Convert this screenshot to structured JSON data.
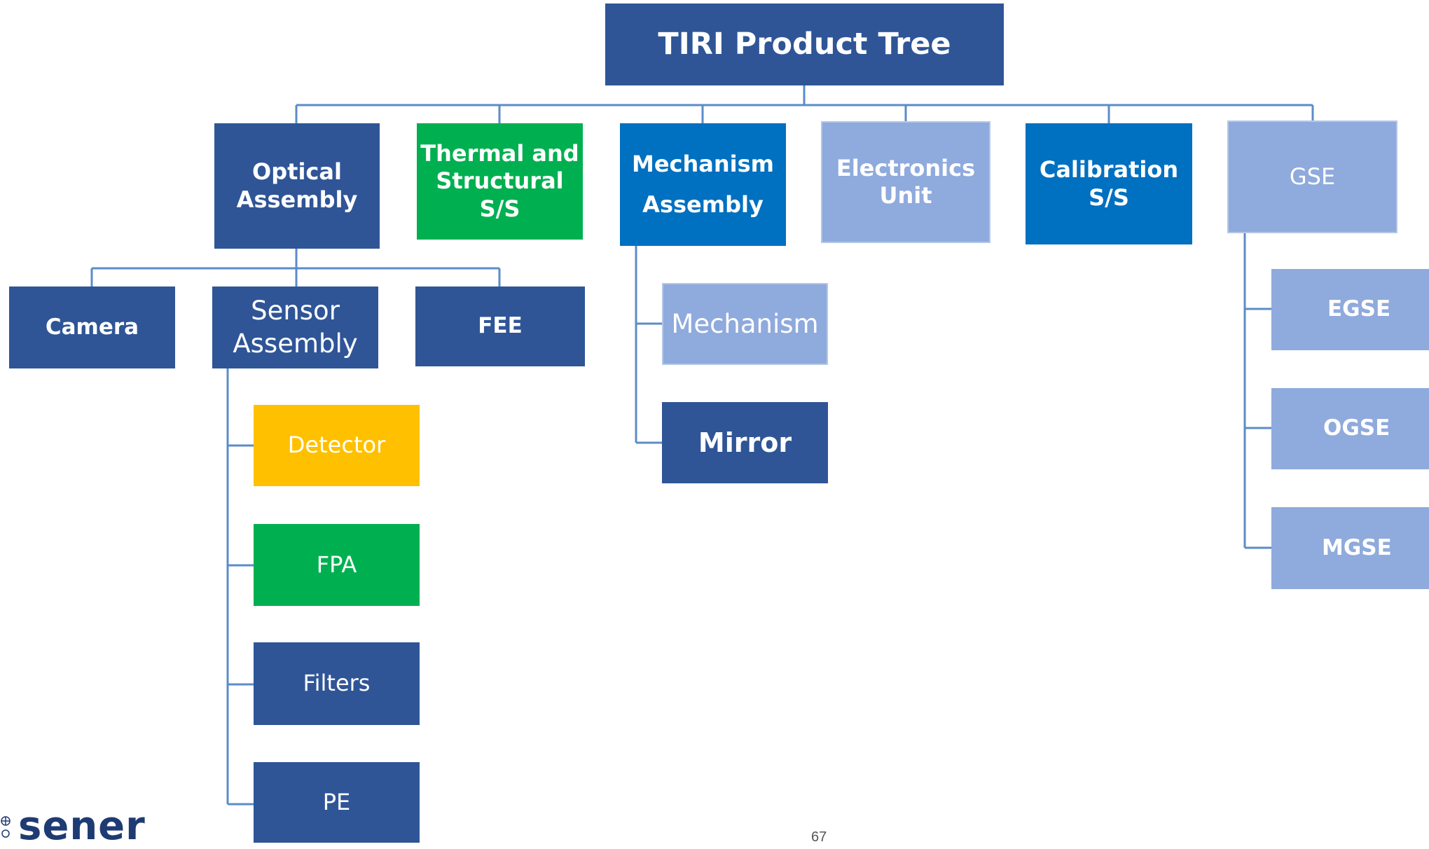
{
  "title": "TIRI Product Tree",
  "level1": {
    "optical": "Optical\nAssembly",
    "thermal": "Thermal and\nStructural  S/S",
    "mechanism": "Mechanism\nAssembly",
    "electronics": "Electronics\nUnit",
    "calibration": "Calibration S/S",
    "gse": "GSE"
  },
  "optical_children": {
    "camera": "Camera",
    "sensor": "Sensor\nAssembly",
    "fee": "FEE"
  },
  "sensor_children": {
    "detector": "Detector",
    "fpa": "FPA",
    "filters": "Filters",
    "pe": "PE"
  },
  "mechanism_children": {
    "mechanism": "Mechanism",
    "mirror": "Mirror"
  },
  "gse_children": {
    "egse": "EGSE",
    "ogse": "OGSE",
    "mgse": "MGSE"
  },
  "footer": {
    "logo": "sener",
    "page": "67"
  },
  "colors": {
    "dark_blue": "#2F5597",
    "green": "#00B050",
    "blue": "#0070C0",
    "light_blue": "#8FAADC",
    "yellow": "#FFC000",
    "connector": "#5B8CC9"
  }
}
